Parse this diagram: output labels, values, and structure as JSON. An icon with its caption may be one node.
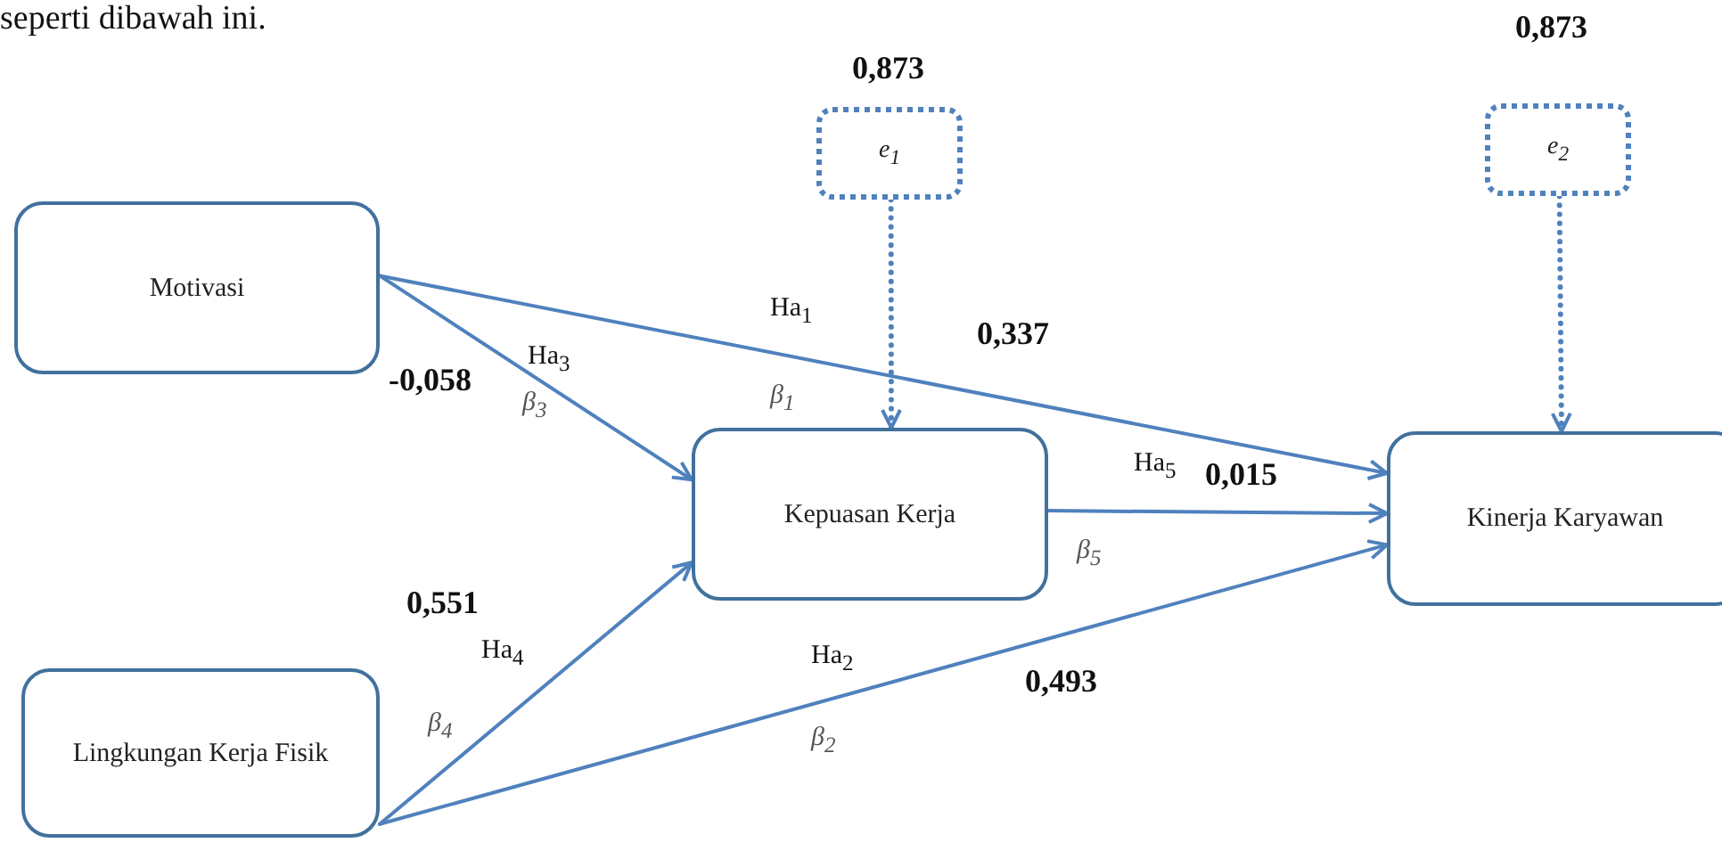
{
  "diagram": {
    "nodes": [
      {
        "text": [
          "Motivasi"
        ]
      },
      {
        "text": [
          "Lingkungan Kerja Fisik"
        ]
      },
      {
        "text": [
          "Kepuasan Kerja"
        ]
      },
      {
        "text": [
          "Kinerja Karyawan"
        ]
      },
      {
        "text": [
          "e$_{1}$"
        ],
        "beside": [
          "0,873"
        ]
      },
      {
        "text": [
          "e$_{2}$"
        ],
        "beside": [
          "0,873"
        ]
      }
    ],
    "edges": [
      {
        "from": 0,
        "to": 3,
        "arrow": "to",
        "label": "Ha$_{1}$"
      },
      {
        "from": 1,
        "to": 3,
        "arrow": "to",
        "label": "Ha$_{2}$"
      },
      {
        "from": 0,
        "to": 2,
        "arrow": "to",
        "label": "Ha$_{3}$"
      },
      {
        "from": 1,
        "to": 2,
        "arrow": "to",
        "label": "Ha$_{4}$"
      },
      {
        "from": 2,
        "to": 3,
        "arrow": "to",
        "label": "Ha$_{5}$"
      },
      {
        "from": 4,
        "to": 2,
        "arrow": "to",
        "style": "dashed"
      },
      {
        "from": 5,
        "to": 3,
        "arrow": "to",
        "style": "dashed"
      }
    ],
    "labels": [
      "seperti dibawah ini.",
      "-0,058",
      "β$_{3}$",
      "β$_{1}$",
      "0,337",
      "0,015",
      "β$_{5}$",
      "0,551",
      "β$_{4}$",
      "β$_{2}$",
      "0,493"
    ]
  }
}
